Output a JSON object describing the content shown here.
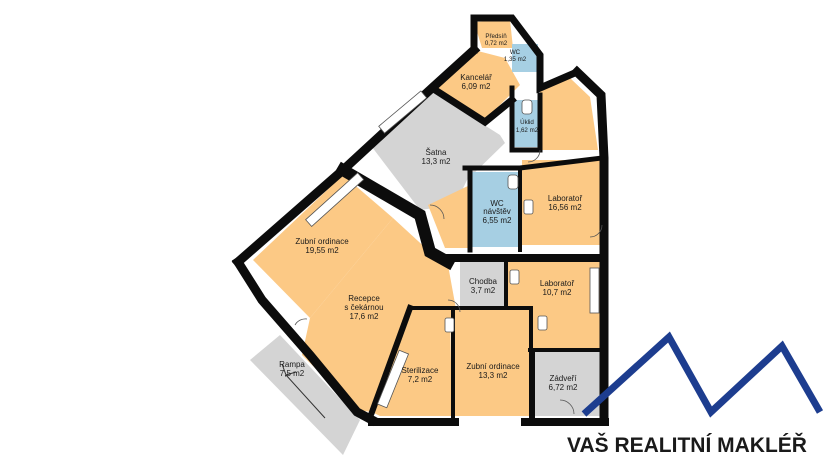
{
  "rooms": [
    {
      "id": "predsin",
      "name": "Předsíň",
      "area": "0,72 m2"
    },
    {
      "id": "wc1",
      "name": "WC",
      "area": "1,35 m2"
    },
    {
      "id": "kancelar",
      "name": "Kancelář",
      "area": "6,09 m2"
    },
    {
      "id": "uklid",
      "name": "Úklid",
      "area": "1,62 m2"
    },
    {
      "id": "satna",
      "name": "Šatna",
      "area": "13,3 m2"
    },
    {
      "id": "wc-navstev",
      "name": "WC",
      "name2": "návštěv",
      "area": "6,55 m2"
    },
    {
      "id": "laborator1",
      "name": "Laboratoř",
      "area": "16,56 m2"
    },
    {
      "id": "zubni1",
      "name": "Zubní ordinace",
      "area": "19,55 m2"
    },
    {
      "id": "recepce",
      "name": "Recepce",
      "name2": "s čekárnou",
      "area": "17,6 m2"
    },
    {
      "id": "chodba",
      "name": "Chodba",
      "area": "3,7 m2"
    },
    {
      "id": "laborator2",
      "name": "Laboratoř",
      "area": "10,7 m2"
    },
    {
      "id": "rampa",
      "name": "Rampa",
      "area": "7,5 m2"
    },
    {
      "id": "sterilizace",
      "name": "Sterilizace",
      "area": "7,2 m2"
    },
    {
      "id": "zubni2",
      "name": "Zubní ordinace",
      "area": "13,3 m2"
    },
    {
      "id": "zadveri",
      "name": "Zádveří",
      "area": "6,72 m2"
    }
  ],
  "brand": {
    "name": "VAŠ REALITNÍ MAKLÉŘ"
  },
  "colors": {
    "room_fill": "#fcc985",
    "grey_fill": "#d4d4d4",
    "wet_fill": "#a6cfe3",
    "wall": "#0c0c0c",
    "logo_blue": "#1d3d8f"
  }
}
